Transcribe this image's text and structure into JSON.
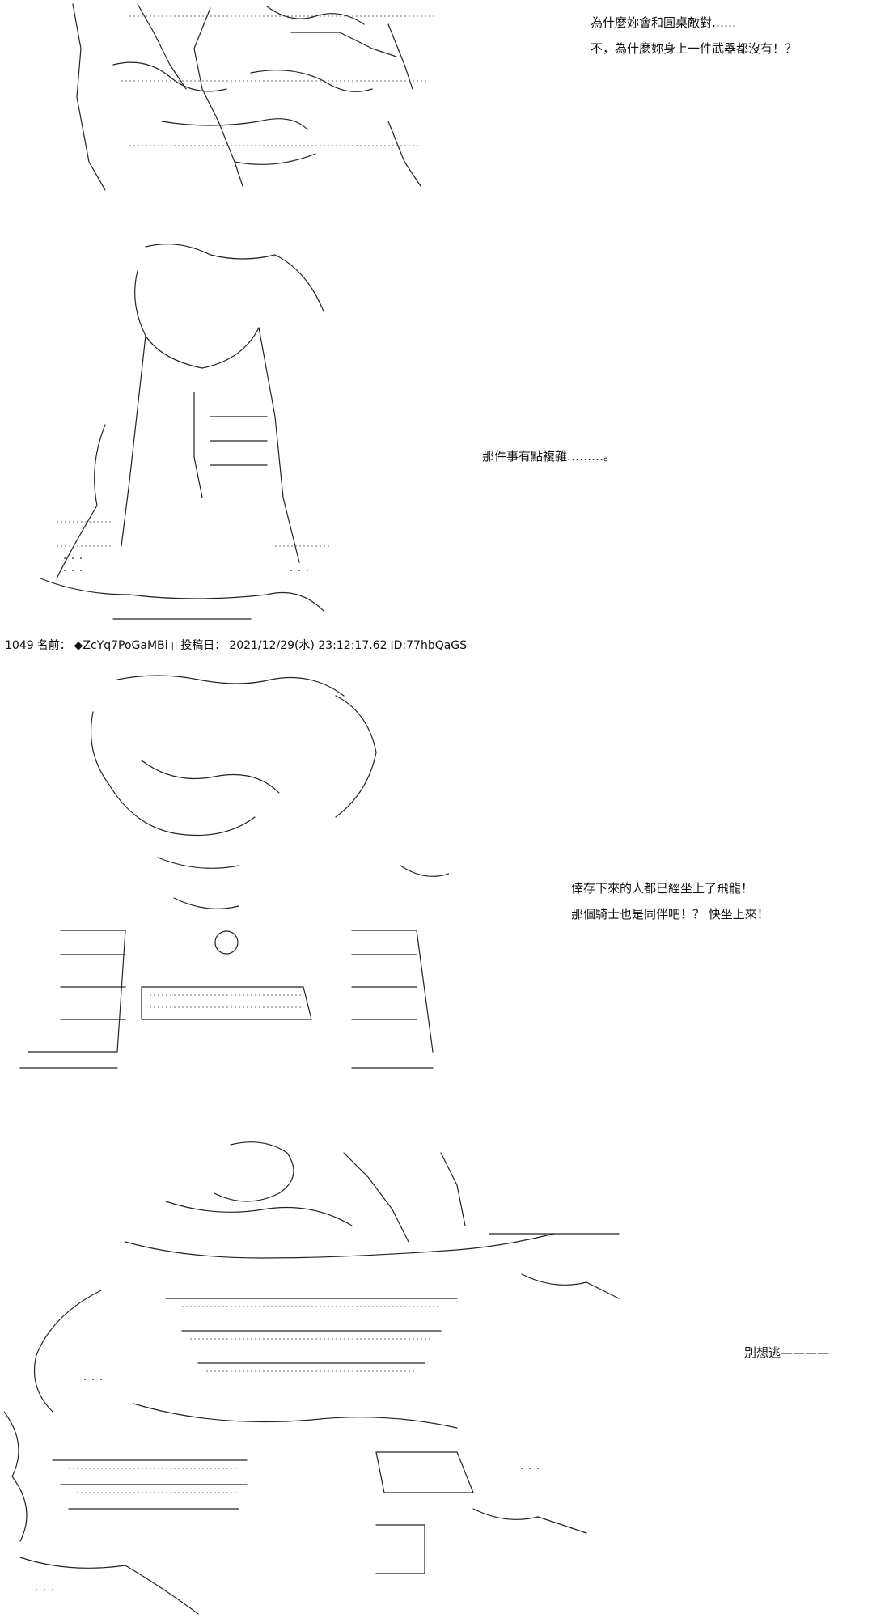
{
  "panels": [
    {
      "id": "panel-1",
      "lines": [
        "為什麼妳會和圓桌敵對……",
        "不，為什麼妳身上一件武器都沒有！？"
      ]
    },
    {
      "id": "panel-2",
      "lines": [
        "那件事有點複雜………。"
      ]
    },
    {
      "id": "panel-3",
      "lines": [
        "倖存下來的人都已經坐上了飛龍！",
        "那個騎士也是同伴吧！？ 快坐上來！"
      ]
    },
    {
      "id": "panel-4",
      "lines": [
        "別想逃————"
      ]
    }
  ],
  "post_header": {
    "number": "1049",
    "name_label": "名前：",
    "trip": "◆ZcYq7PoGaMBi",
    "box": "▯",
    "date_label": "投稿日：",
    "date": "2021/12/29(水) 23:12:17.62",
    "id": "ID:77hbQaGS"
  }
}
